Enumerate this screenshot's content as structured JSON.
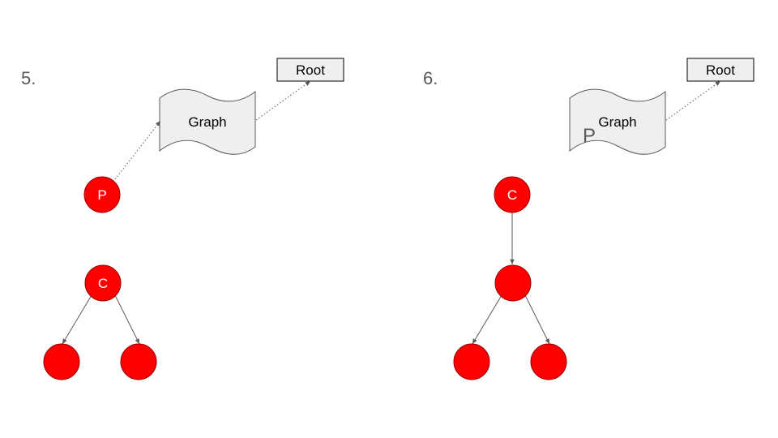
{
  "colors": {
    "node_fill": "#ff0000",
    "node_stroke": "#990000",
    "box_fill": "#efefef",
    "edge": "#595959",
    "step_number": "#595959"
  },
  "panel_5": {
    "step": "5.",
    "root_label": "Root",
    "graph_label": "Graph",
    "node_p_label": "P",
    "node_c_label": "C"
  },
  "panel_6": {
    "step": "6.",
    "root_label": "Root",
    "graph_label": "Graph",
    "graph_overlay_letter": "P",
    "node_c_label": "C"
  }
}
